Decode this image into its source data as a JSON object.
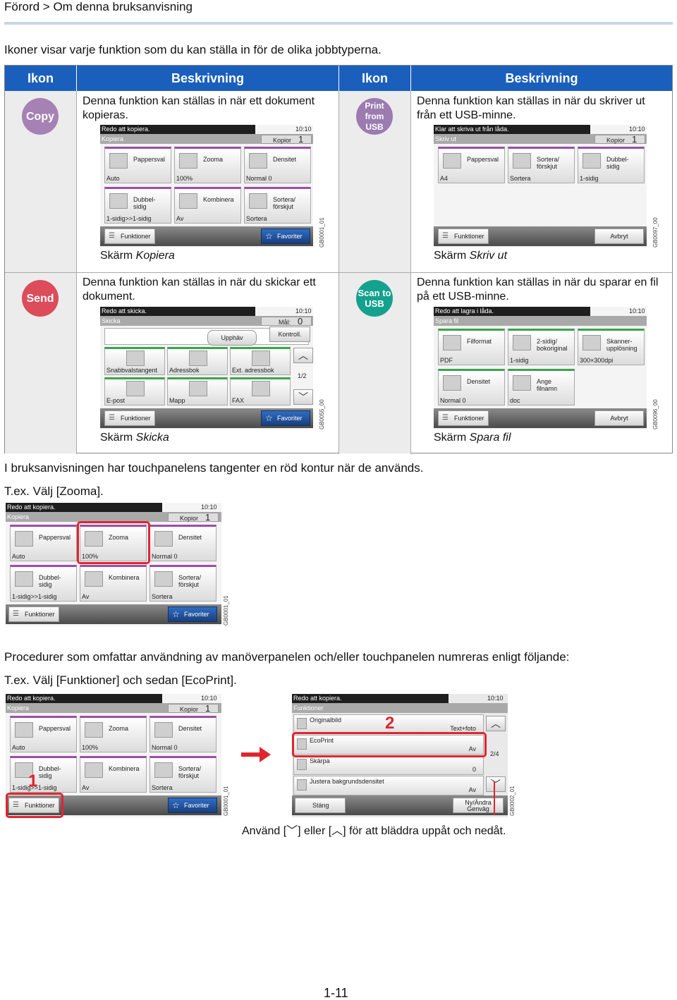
{
  "breadcrumb": "Förord > Om denna bruksanvisning",
  "intro": "Ikoner visar varje funktion som du kan ställa in för de olika jobbtyperna.",
  "table": {
    "headers": [
      "Ikon",
      "Beskrivning",
      "Ikon",
      "Beskrivning"
    ],
    "rows": [
      {
        "icon": "Copy",
        "desc": "Denna funktion kan ställas in när ett dokument kopieras.",
        "caption_prefix": "Skärm ",
        "caption_name": "Kopiera",
        "code": "GB0001_01"
      },
      {
        "icon": "Print from USB",
        "desc": "Denna funktion kan ställas in när du skriver ut från ett USB-minne.",
        "caption_prefix": "Skärm ",
        "caption_name": "Skriv ut",
        "code": "GB0097_00"
      },
      {
        "icon": "Send",
        "desc": "Denna funktion kan ställas in när du skickar ett dokument.",
        "caption_prefix": "Skärm ",
        "caption_name": "Skicka",
        "code": "GB0055_00"
      },
      {
        "icon": "Scan to USB",
        "desc": "Denna funktion kan ställas in när du sparar en fil på ett USB-minne.",
        "caption_prefix": "Skärm ",
        "caption_name": "Spara fil",
        "code": "GB0096_00"
      }
    ],
    "colors": {
      "header": "#1b5fbc",
      "copy": "#a582b3",
      "print": "#9b7bb0",
      "send": "#dc4c5a",
      "scan": "#14a18d"
    }
  },
  "screens": {
    "copy": {
      "status": "Redo att kopiera.",
      "time": "10:10",
      "title": "Kopiera",
      "count_label": "Kopior",
      "count": "1",
      "buttons": [
        {
          "label": "Pappersval",
          "value": "Auto"
        },
        {
          "label": "Zooma",
          "value": "100%"
        },
        {
          "label": "Densitet",
          "value": "Normal 0"
        },
        {
          "label": "Dubbel-\nsidig",
          "value": "1-sidig>>1-sidig"
        },
        {
          "label": "Kombinera",
          "value": "Av"
        },
        {
          "label": "Sortera/\nförskjut",
          "value": "Sortera"
        }
      ],
      "func": "Funktioner",
      "fav": "Favoriter"
    },
    "print": {
      "status": "Klar att skriva ut från låda.",
      "time": "10:10",
      "title": "Skriv ut",
      "count_label": "Kopior",
      "count": "1",
      "buttons": [
        {
          "label": "Pappersval",
          "value": "A4"
        },
        {
          "label": "Sortera/\nförskjut",
          "value": "Sortera"
        },
        {
          "label": "Dubbel-\nsidig",
          "value": "1-sidig"
        }
      ],
      "func": "Funktioner",
      "cancel": "Avbryt"
    },
    "send": {
      "status": "Redo att skicka.",
      "time": "10:10",
      "title": "Skicka",
      "dest_label": "Mål:",
      "dest": "0",
      "cancel": "Upphäv",
      "check": "Kontroll.",
      "buttons": [
        {
          "label": "Snabbvalstangent"
        },
        {
          "label": "Adressbok"
        },
        {
          "label": "Ext. adressbok"
        },
        {
          "label": "E-post"
        },
        {
          "label": "Mapp"
        },
        {
          "label": "FAX"
        }
      ],
      "page": "1/2",
      "func": "Funktioner",
      "fav": "Favoriter"
    },
    "scan": {
      "status": "Redo att lagra i låda.",
      "time": "10:10",
      "title": "Spara fil",
      "buttons": [
        {
          "label": "Filformat",
          "value": "PDF"
        },
        {
          "label": "2-sidig/\nbokoriginal",
          "value": "1-sidig"
        },
        {
          "label": "Skanner-\nupplösning",
          "value": "300×300dpi"
        },
        {
          "label": "Densitet",
          "value": "Normal 0"
        },
        {
          "label": "Ange\nfilnamn",
          "value": "doc"
        }
      ],
      "func": "Funktioner",
      "cancel": "Avbryt"
    },
    "funk": {
      "status": "Redo att kopiera.",
      "time": "10:10",
      "title": "Funktioner",
      "rows": [
        {
          "label": "Originalbild",
          "value": "Text+foto"
        },
        {
          "label": "EcoPrint",
          "value": "Av"
        },
        {
          "label": "Skärpa",
          "value": "0"
        },
        {
          "label": "Justera bakgrundsdensitet",
          "value": "Av"
        }
      ],
      "page": "2/4",
      "close": "Stäng",
      "new": "Ny/Ändra\nGenväg",
      "code": "GB0002_01"
    }
  },
  "para1": "I bruksanvisningen har touchpanelens tangenter en röd kontur när de används.",
  "example1": "T.ex. Välj [Zooma].",
  "para2": "Procedurer som omfattar användning av manöverpanelen och/eller touchpanelen numreras enligt följande:",
  "example2": "T.ex. Välj [Funktioner] och sedan [EcoPrint].",
  "step1": "1",
  "step2": "2",
  "scroll_note": "Använd [﹀] eller [︿] för att bläddra uppåt och nedåt.",
  "page_number": "1-11"
}
